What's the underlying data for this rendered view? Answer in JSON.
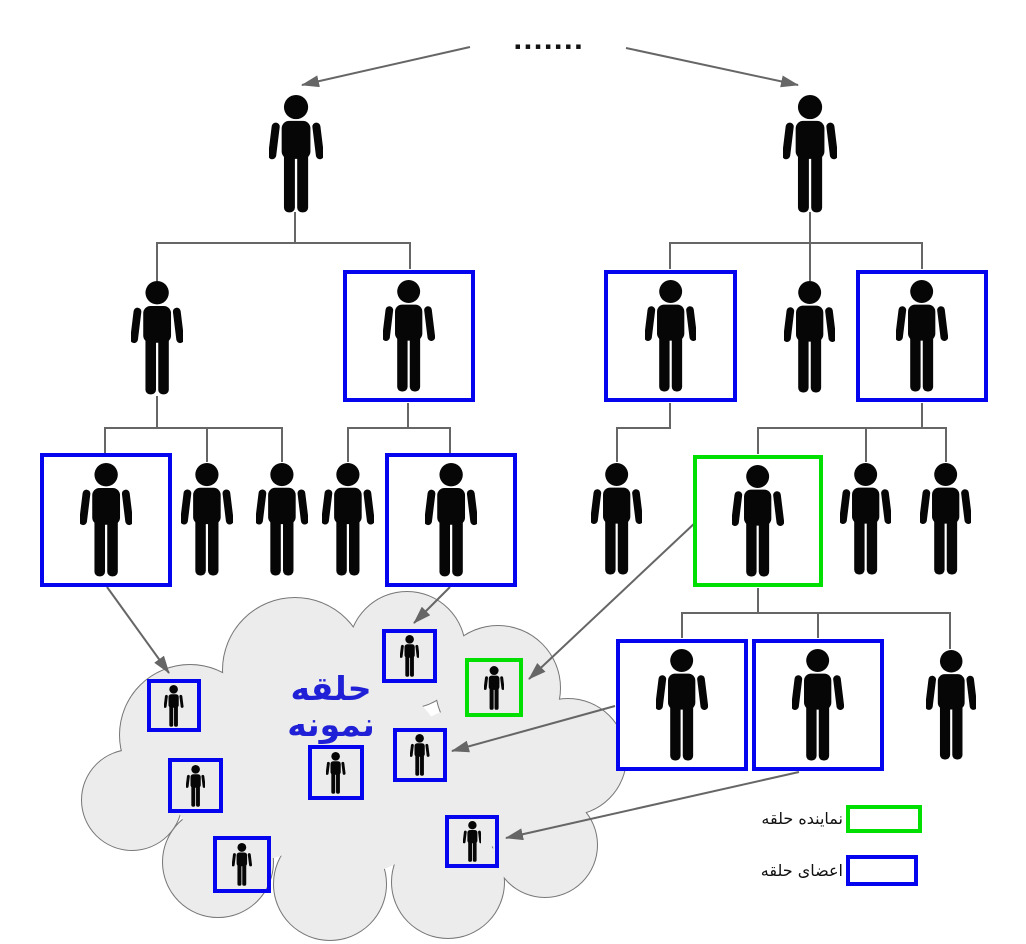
{
  "diagram": {
    "parents_ellipsis": "▪▪▪▪▪▪▪",
    "cloud_label": "حلقه نمونه",
    "colors": {
      "member_box": "#0404ee",
      "representative_box": "#00df00",
      "cloud_fill": "#ececec",
      "cloud_stroke": "#777777",
      "connector": "#666666",
      "label_blue": "#2020d6",
      "person": "#060606"
    },
    "node_counts": {
      "tree_member_boxes": 7,
      "tree_representative_boxes": 1,
      "cloud_member_boxes": 7,
      "cloud_representative_boxes": 1,
      "plain_persons": 12
    }
  },
  "legend": {
    "items": [
      {
        "label": "نماینده حلقه",
        "swatch": "green"
      },
      {
        "label": "اعضای حلقه",
        "swatch": "blue"
      }
    ]
  }
}
